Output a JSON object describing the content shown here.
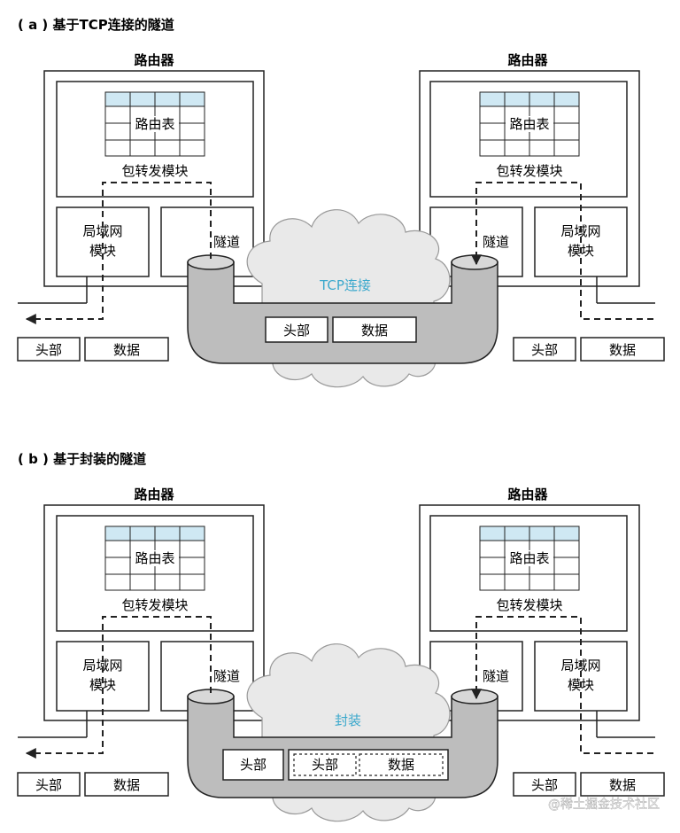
{
  "colors": {
    "table_header": "#cfe8f3",
    "cloud": "#e9e9e9",
    "pipe": "#bdbdbd",
    "accent_text": "#3aa8cc",
    "stroke": "#222222"
  },
  "diagrams": [
    {
      "id": "a",
      "title": "( a ) 基于TCP连接的隧道",
      "left_router": {
        "label": "路由器",
        "table_label": "路由表",
        "forwarding_label": "包转发模块",
        "lan_label_1": "局域网",
        "lan_label_2": "模块",
        "tunnel_label": "隧道"
      },
      "right_router": {
        "label": "路由器",
        "table_label": "路由表",
        "forwarding_label": "包转发模块",
        "lan_label_1": "局域网",
        "lan_label_2": "模块",
        "tunnel_label": "隧道"
      },
      "cloud_label": "TCP连接",
      "tunnel_packet": {
        "header": "头部",
        "data": "数据"
      },
      "left_packet": {
        "header": "头部",
        "data": "数据"
      },
      "right_packet": {
        "header": "头部",
        "data": "数据"
      }
    },
    {
      "id": "b",
      "title": "( b ) 基于封装的隧道",
      "left_router": {
        "label": "路由器",
        "table_label": "路由表",
        "forwarding_label": "包转发模块",
        "lan_label_1": "局域网",
        "lan_label_2": "模块",
        "tunnel_label": "隧道"
      },
      "right_router": {
        "label": "路由器",
        "table_label": "路由表",
        "forwarding_label": "包转发模块",
        "lan_label_1": "局域网",
        "lan_label_2": "模块",
        "tunnel_label": "隧道"
      },
      "cloud_label": "封装",
      "tunnel_packet": {
        "outer_header": "头部",
        "inner_header": "头部",
        "inner_data": "数据"
      },
      "left_packet": {
        "header": "头部",
        "data": "数据"
      },
      "right_packet": {
        "header": "头部",
        "data": "数据"
      }
    }
  ],
  "watermark": "@稀土掘金技术社区"
}
